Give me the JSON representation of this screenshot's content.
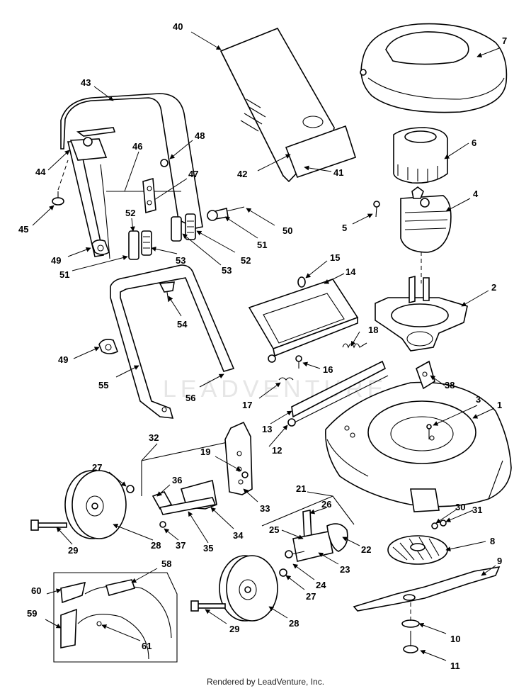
{
  "diagram": {
    "watermark": "LEADVENTURE",
    "footer": "Rendered by LeadVenture, Inc.",
    "callouts": [
      {
        "id": "c40",
        "text": "40"
      },
      {
        "id": "c7",
        "text": "7"
      },
      {
        "id": "c43",
        "text": "43"
      },
      {
        "id": "c48",
        "text": "48"
      },
      {
        "id": "c46",
        "text": "46"
      },
      {
        "id": "c44",
        "text": "44"
      },
      {
        "id": "c42",
        "text": "42"
      },
      {
        "id": "c41",
        "text": "41"
      },
      {
        "id": "c6",
        "text": "6"
      },
      {
        "id": "c47",
        "text": "47"
      },
      {
        "id": "c4",
        "text": "4"
      },
      {
        "id": "c45",
        "text": "45"
      },
      {
        "id": "c52a",
        "text": "52"
      },
      {
        "id": "c50",
        "text": "50"
      },
      {
        "id": "c5",
        "text": "5"
      },
      {
        "id": "c51a",
        "text": "51"
      },
      {
        "id": "c49a",
        "text": "49"
      },
      {
        "id": "c52b",
        "text": "52"
      },
      {
        "id": "c51b",
        "text": "51"
      },
      {
        "id": "c53a",
        "text": "53"
      },
      {
        "id": "c53b",
        "text": "53"
      },
      {
        "id": "c15",
        "text": "15"
      },
      {
        "id": "c14",
        "text": "14"
      },
      {
        "id": "c2",
        "text": "2"
      },
      {
        "id": "c54",
        "text": "54"
      },
      {
        "id": "c18",
        "text": "18"
      },
      {
        "id": "c49b",
        "text": "49"
      },
      {
        "id": "c16",
        "text": "16"
      },
      {
        "id": "c55",
        "text": "55"
      },
      {
        "id": "c38",
        "text": "38"
      },
      {
        "id": "c56",
        "text": "56"
      },
      {
        "id": "c17",
        "text": "17"
      },
      {
        "id": "c3",
        "text": "3"
      },
      {
        "id": "c1",
        "text": "1"
      },
      {
        "id": "c13",
        "text": "13"
      },
      {
        "id": "c32",
        "text": "32"
      },
      {
        "id": "c12",
        "text": "12"
      },
      {
        "id": "c19",
        "text": "19"
      },
      {
        "id": "c27a",
        "text": "27"
      },
      {
        "id": "c36",
        "text": "36"
      },
      {
        "id": "c21",
        "text": "21"
      },
      {
        "id": "c33",
        "text": "33"
      },
      {
        "id": "c26",
        "text": "26"
      },
      {
        "id": "c30",
        "text": "30"
      },
      {
        "id": "c31",
        "text": "31"
      },
      {
        "id": "c25",
        "text": "25"
      },
      {
        "id": "c22",
        "text": "22"
      },
      {
        "id": "c34",
        "text": "34"
      },
      {
        "id": "c8",
        "text": "8"
      },
      {
        "id": "c29a",
        "text": "29"
      },
      {
        "id": "c28a",
        "text": "28"
      },
      {
        "id": "c37",
        "text": "37"
      },
      {
        "id": "c35",
        "text": "35"
      },
      {
        "id": "c23",
        "text": "23"
      },
      {
        "id": "c9",
        "text": "9"
      },
      {
        "id": "c24",
        "text": "24"
      },
      {
        "id": "c58",
        "text": "58"
      },
      {
        "id": "c60",
        "text": "60"
      },
      {
        "id": "c27b",
        "text": "27"
      },
      {
        "id": "c10",
        "text": "10"
      },
      {
        "id": "c59",
        "text": "59"
      },
      {
        "id": "c29b",
        "text": "29"
      },
      {
        "id": "c28b",
        "text": "28"
      },
      {
        "id": "c61",
        "text": "61"
      },
      {
        "id": "c11",
        "text": "11"
      }
    ]
  }
}
